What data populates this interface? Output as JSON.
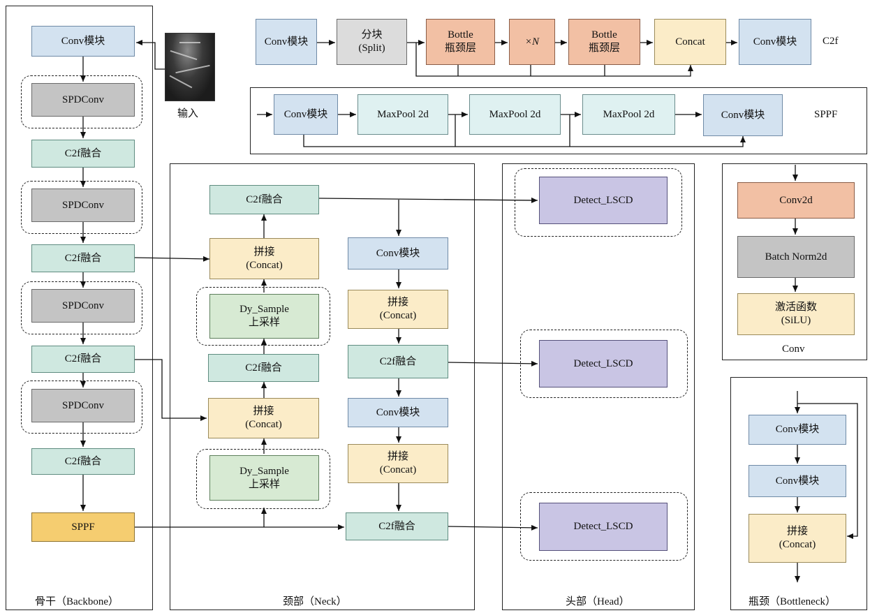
{
  "panels": {
    "backbone": "骨干（Backbone）",
    "neck": "颈部（Neck）",
    "head": "头部（Head）",
    "bottleneck": "瓶颈（Bottleneck）",
    "conv": "Conv",
    "c2f": "C2f",
    "sppf": "SPPF"
  },
  "input_label": "输入",
  "backbone": {
    "conv": "Conv模块",
    "spdconv": "SPDConv",
    "c2f": "C2f融合",
    "sppf": "SPPF"
  },
  "neck": {
    "c2f": "C2f融合",
    "concat": "拼接\n(Concat)",
    "dysample": "Dy_Sample\n上采样",
    "conv": "Conv模块"
  },
  "head": {
    "detect": "Detect_LSCD"
  },
  "c2f_row": {
    "conv": "Conv模块",
    "split": "分块\n(Split)",
    "bottle": "Bottle\n瓶颈层",
    "xn": "×N",
    "concat": "Concat",
    "conv_out": "Conv模块"
  },
  "sppf_row": {
    "conv": "Conv模块",
    "maxpool": "MaxPool 2d",
    "conv_out": "Conv模块"
  },
  "conv_panel": {
    "conv2d": "Conv2d",
    "bn": "Batch Norm2d",
    "act": "激活函数\n(SiLU)"
  },
  "bottleneck_panel": {
    "conv1": "Conv模块",
    "conv2": "Conv模块",
    "concat": "拼接\n(Concat)"
  },
  "colors": {
    "blue": "#d3e2f0",
    "teal": "#cfe8e0",
    "gray": "#c4c4c4",
    "cream": "#fbecc8",
    "green": "#d7ead3",
    "purple": "#c9c5e4",
    "salmon": "#f2c0a4",
    "orange": "#f5cd70"
  }
}
